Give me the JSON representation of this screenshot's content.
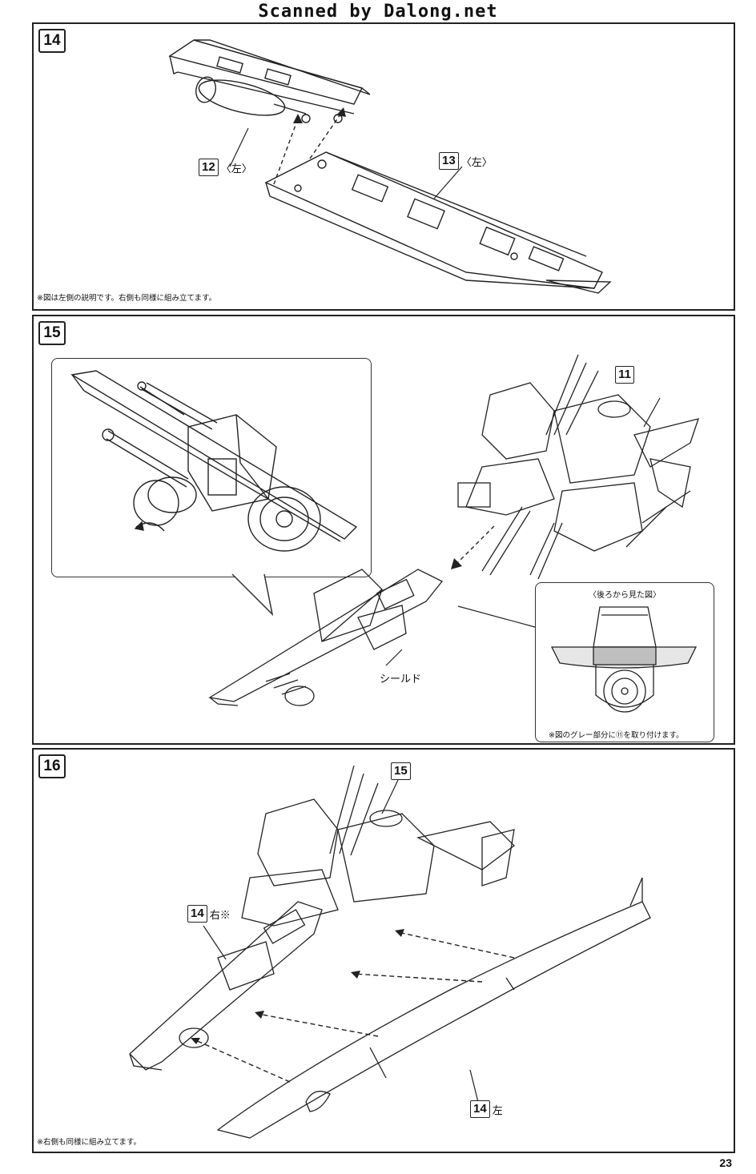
{
  "header": {
    "watermark": "Scanned by Dalong.net"
  },
  "steps": [
    {
      "number": "14",
      "callouts": [
        {
          "num": "12",
          "suffix": "〈左〉"
        },
        {
          "num": "13",
          "suffix": "〈左〉"
        }
      ],
      "note": "※図は左側の説明です。右側も同様に組み立てます。"
    },
    {
      "number": "15",
      "callouts": [
        {
          "num": "11",
          "suffix": ""
        }
      ],
      "shield_label": "シールド",
      "rear_view": {
        "title": "〈後ろから見た図〉",
        "note": "※図のグレー部分に⑪を取り付けます。"
      }
    },
    {
      "number": "16",
      "callouts": [
        {
          "num": "15",
          "suffix": ""
        },
        {
          "num": "14",
          "suffix": "右※"
        },
        {
          "num": "14",
          "suffix": "左"
        }
      ],
      "note": "※右側も同様に組み立てます。"
    }
  ],
  "footer": {
    "page_number": "23"
  }
}
